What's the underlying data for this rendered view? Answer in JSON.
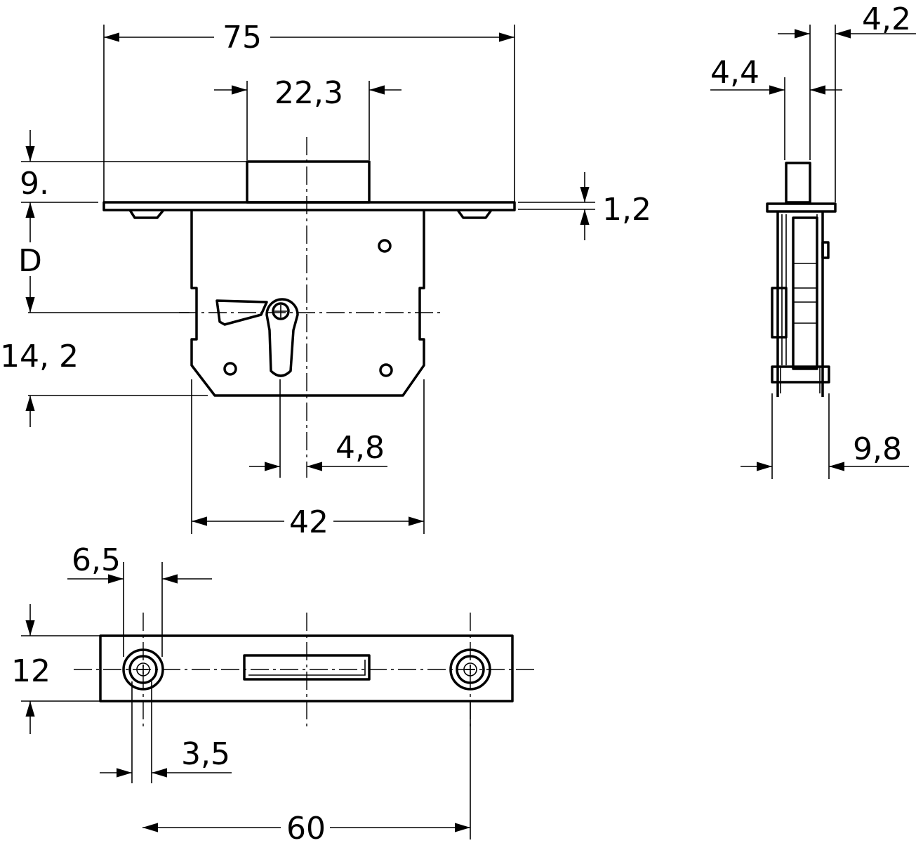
{
  "front_view": {
    "dim_width_overall": "75",
    "dim_bolt_width": "22,3",
    "dim_bolt_height": "9.",
    "dim_plate_thickness": "1,2",
    "dim_backset": "D",
    "dim_lower": "14, 2",
    "dim_keyhole_offset": "4,8",
    "dim_case_width": "42"
  },
  "side_view": {
    "dim_top_right": "4,2",
    "dim_top_left": "4,4",
    "dim_depth": "9,8"
  },
  "striker_plate": {
    "dim_hole_diameter": "6,5",
    "dim_height": "12",
    "dim_hole_inner": "3,5",
    "dim_hole_spacing": "60"
  }
}
